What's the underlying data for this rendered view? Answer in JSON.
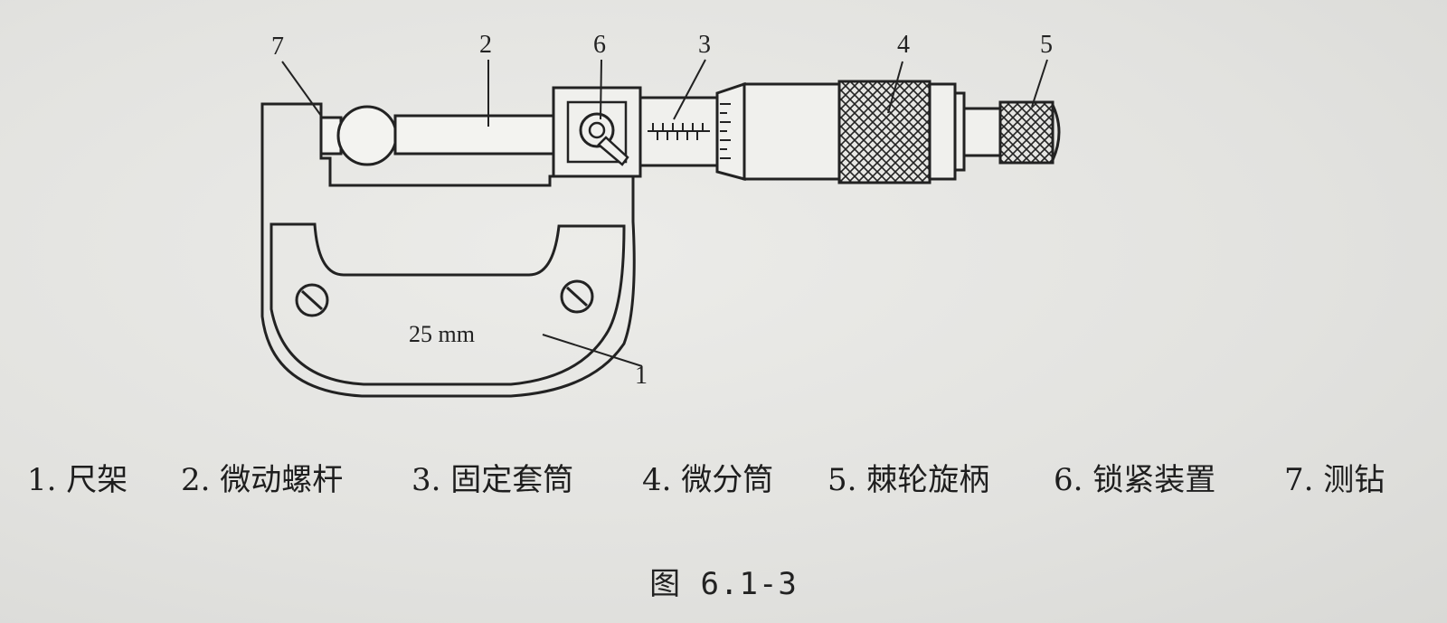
{
  "diagram": {
    "part_numbers": [
      "1",
      "2",
      "3",
      "4",
      "5",
      "6",
      "7"
    ],
    "size_label": "25 mm"
  },
  "legend": {
    "items": [
      "1. 尺架",
      "2. 微动螺杆",
      "3. 固定套筒",
      "4. 微分筒",
      "5. 棘轮旋柄",
      "6. 锁紧装置",
      "7. 测钻"
    ]
  },
  "caption": "图 6.1-3"
}
